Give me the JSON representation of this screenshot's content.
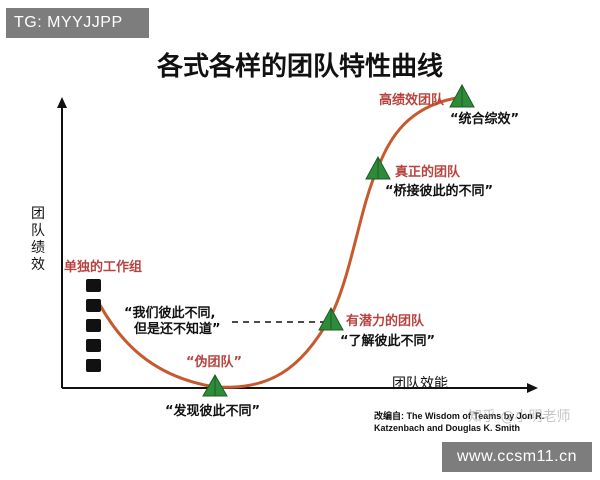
{
  "badge": {
    "tg": "TG: MYYJJPP"
  },
  "title": "各式各样的团队特性曲线",
  "axes": {
    "y_label": "团队绩效",
    "x_label": "团队效能"
  },
  "stages": {
    "individual": {
      "label": "单独的工作组",
      "quote_line1": "“我们彼此不同,",
      "quote_line2": "但是还不知道”"
    },
    "pseudo": {
      "label": "“伪团队”",
      "quote": "“发现彼此不同”"
    },
    "potential": {
      "label": "有潜力的团队",
      "quote": "“了解彼此不同”"
    },
    "real": {
      "label": "真正的团队",
      "quote": "“桥接彼此的不同”"
    },
    "high": {
      "label": "高绩效团队",
      "quote": "“统合综效”"
    }
  },
  "source": {
    "line1": "改编自: The Wisdom of Teams by Jon R.",
    "line2": "Katzenbach and Douglas K. Smith"
  },
  "watermark": "知乎 @小明老师",
  "site_badge": "www.ccsm11.cn",
  "colors": {
    "curve": "#c65a2e",
    "marker_fill": "#2e8b3a",
    "label_red": "#b8433e",
    "badge_gray": "#7d7d7d"
  }
}
